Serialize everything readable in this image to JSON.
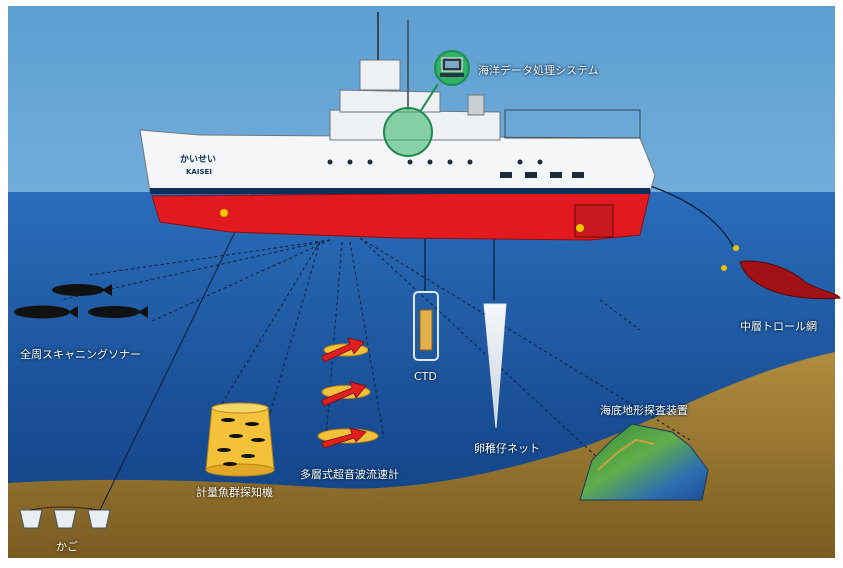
{
  "labels": {
    "ocean_data_system": "海洋データ処理システム",
    "full_scanning_sonar": "全周スキャニングソナー",
    "midwater_trawl": "中層トロール網",
    "ctd": "CTD",
    "adcp": "多層式超音波流速計",
    "egg_larva_net": "卵稚仔ネット",
    "seafloor_survey": "海底地形探査装置",
    "quantitative_echosounder": "計量魚群探知機",
    "basket_trap": "かご"
  },
  "ship": {
    "name_kana": "かいせい",
    "name_roman": "KAISEI"
  },
  "icons": [
    "computer-icon",
    "fish-icon",
    "arrow-icon"
  ],
  "colors": {
    "sky": "#6aa9d8",
    "sea_top": "#1f5fae",
    "sea_bottom": "#0c3a7c",
    "seabed": "#9a7b34",
    "hull_red": "#e01a1f",
    "hull_white": "#f4f6f7",
    "highlight_green": "#2fb36a"
  }
}
